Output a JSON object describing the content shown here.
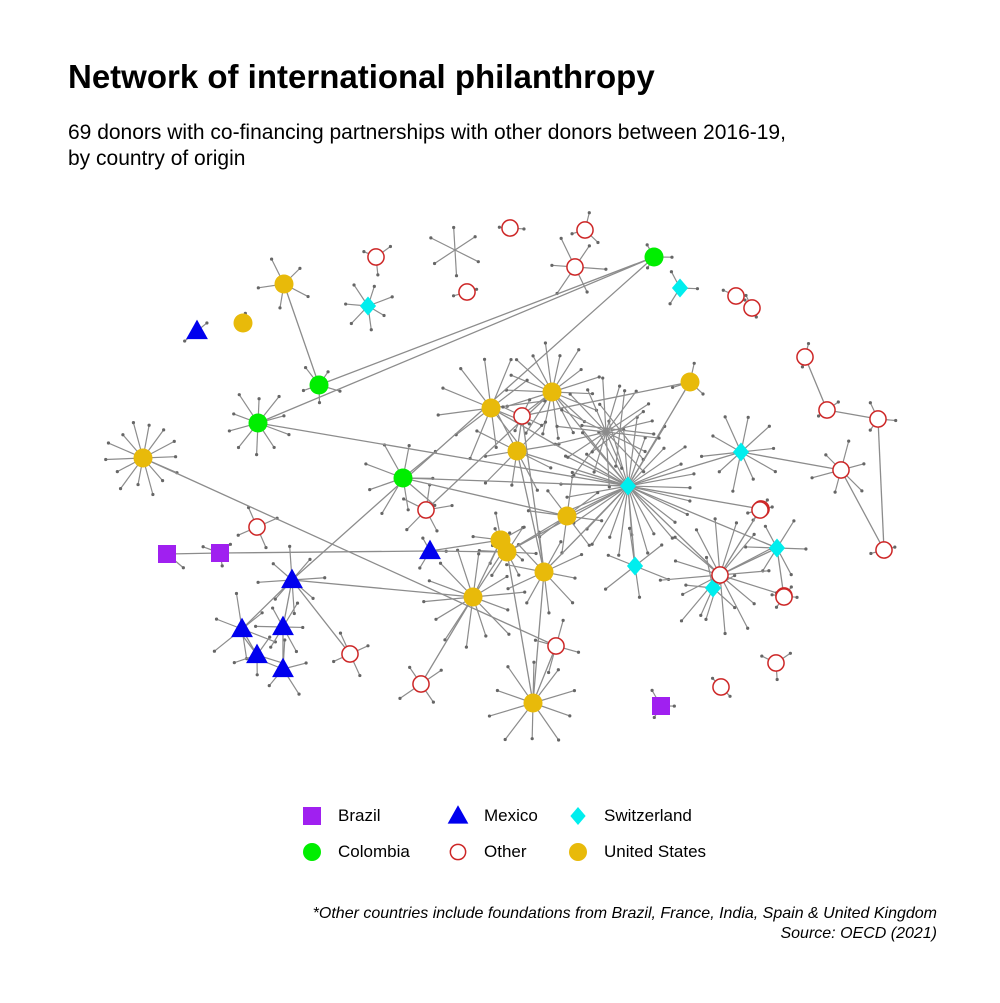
{
  "title": "Network of international philanthropy",
  "subtitle": {
    "line1": "69 donors with co-financing partnerships with other donors between 2016-19,",
    "line2": "by country of origin"
  },
  "colors": {
    "Brazil": "#a020f0",
    "Colombia": "#00ee00",
    "Mexico": "#0000ee",
    "Other": "#cd2626",
    "Switzerland": "#00eeee",
    "United States": "#e8ba0a",
    "edge": "#8c8c8c",
    "leaf": "#666666"
  },
  "legend": [
    {
      "country": "Brazil",
      "label": "Brazil",
      "shape": "square"
    },
    {
      "country": "Mexico",
      "label": "Mexico",
      "shape": "triangle"
    },
    {
      "country": "Switzerland",
      "label": "Switzerland",
      "shape": "diamond"
    },
    {
      "country": "Colombia",
      "label": "Colombia",
      "shape": "circle"
    },
    {
      "country": "Other",
      "label": "Other",
      "shape": "ring"
    },
    {
      "country": "United States",
      "label": "United States",
      "shape": "circle"
    }
  ],
  "donors": [
    {
      "id": "br1",
      "country": "Brazil"
    },
    {
      "id": "br2",
      "country": "Brazil"
    },
    {
      "id": "br3",
      "country": "Brazil"
    },
    {
      "id": "co1",
      "country": "Colombia"
    },
    {
      "id": "co2",
      "country": "Colombia"
    },
    {
      "id": "co3",
      "country": "Colombia"
    },
    {
      "id": "co4",
      "country": "Colombia"
    },
    {
      "id": "mx1",
      "country": "Mexico"
    },
    {
      "id": "mx2",
      "country": "Mexico"
    },
    {
      "id": "mx3",
      "country": "Mexico"
    },
    {
      "id": "mx4",
      "country": "Mexico"
    },
    {
      "id": "mx5",
      "country": "Mexico"
    },
    {
      "id": "mx6",
      "country": "Mexico"
    },
    {
      "id": "mx7",
      "country": "Mexico"
    },
    {
      "id": "ch1",
      "country": "Switzerland"
    },
    {
      "id": "ch2",
      "country": "Switzerland"
    },
    {
      "id": "ch3",
      "country": "Switzerland"
    },
    {
      "id": "ch4",
      "country": "Switzerland"
    },
    {
      "id": "ch5",
      "country": "Switzerland"
    },
    {
      "id": "ch6",
      "country": "Switzerland"
    },
    {
      "id": "ch7",
      "country": "Switzerland"
    },
    {
      "id": "us1",
      "country": "United States"
    },
    {
      "id": "us2",
      "country": "United States"
    },
    {
      "id": "us3",
      "country": "United States"
    },
    {
      "id": "us4",
      "country": "United States"
    },
    {
      "id": "us5",
      "country": "United States"
    },
    {
      "id": "us6",
      "country": "United States"
    },
    {
      "id": "us7",
      "country": "United States"
    },
    {
      "id": "us8",
      "country": "United States"
    },
    {
      "id": "us9",
      "country": "United States"
    },
    {
      "id": "us10",
      "country": "United States"
    },
    {
      "id": "us11",
      "country": "United States"
    },
    {
      "id": "us12",
      "country": "United States"
    },
    {
      "id": "us13",
      "country": "United States"
    },
    {
      "id": "us14",
      "country": "United States"
    },
    {
      "id": "ot1",
      "country": "Other"
    },
    {
      "id": "ot2",
      "country": "Other"
    },
    {
      "id": "ot3",
      "country": "Other"
    },
    {
      "id": "ot4",
      "country": "Other"
    },
    {
      "id": "ot5",
      "country": "Other"
    },
    {
      "id": "ot6",
      "country": "Other"
    },
    {
      "id": "ot7",
      "country": "Other"
    },
    {
      "id": "ot8",
      "country": "Other"
    },
    {
      "id": "ot9",
      "country": "Other"
    },
    {
      "id": "ot10",
      "country": "Other"
    },
    {
      "id": "ot11",
      "country": "Other"
    },
    {
      "id": "ot12",
      "country": "Other"
    },
    {
      "id": "ot13",
      "country": "Other"
    },
    {
      "id": "ot14",
      "country": "Other"
    },
    {
      "id": "ot15",
      "country": "Other"
    },
    {
      "id": "ot16",
      "country": "Other"
    },
    {
      "id": "ot17",
      "country": "Other"
    },
    {
      "id": "ot18",
      "country": "Other"
    },
    {
      "id": "ot19",
      "country": "Other"
    },
    {
      "id": "ot20",
      "country": "Other"
    },
    {
      "id": "ot21",
      "country": "Other"
    },
    {
      "id": "ot22",
      "country": "Other"
    },
    {
      "id": "ot23",
      "country": "Other"
    },
    {
      "id": "ot24",
      "country": "Other"
    },
    {
      "id": "ot25",
      "country": "Other"
    }
  ],
  "partnerships": [
    [
      "br1",
      "br2"
    ],
    [
      "br2",
      "mx2"
    ],
    [
      "mx2",
      "us6"
    ],
    [
      "mx2",
      "us7"
    ],
    [
      "co1",
      "co3"
    ],
    [
      "co2",
      "co3"
    ],
    [
      "co3",
      "mx3"
    ],
    [
      "co2",
      "ch1"
    ],
    [
      "co4",
      "ch1"
    ],
    [
      "co4",
      "us5"
    ],
    [
      "mx3",
      "mx4"
    ],
    [
      "mx3",
      "mx5"
    ],
    [
      "mx3",
      "us9"
    ],
    [
      "mx3",
      "ot16"
    ],
    [
      "mx4",
      "mx6"
    ],
    [
      "mx5",
      "mx7"
    ],
    [
      "us2",
      "ch1"
    ],
    [
      "us3",
      "ch1"
    ],
    [
      "us4",
      "ch1"
    ],
    [
      "us5",
      "ch1"
    ],
    [
      "us1",
      "ch1"
    ],
    [
      "ch1",
      "ch2"
    ],
    [
      "ch1",
      "us6"
    ],
    [
      "ch1",
      "us8"
    ],
    [
      "ch1",
      "ch3"
    ],
    [
      "ch1",
      "ch4"
    ],
    [
      "ch1",
      "ot12"
    ],
    [
      "ch1",
      "ot13"
    ],
    [
      "ch2",
      "ot11"
    ],
    [
      "ch4",
      "ot12"
    ],
    [
      "ch4",
      "ot22"
    ],
    [
      "ot11",
      "ot14"
    ],
    [
      "ot14",
      "ot10"
    ],
    [
      "ot10",
      "ot9"
    ],
    [
      "ot9",
      "ot8"
    ],
    [
      "ot12",
      "ot23"
    ],
    [
      "us8",
      "us10"
    ],
    [
      "us8",
      "ot15"
    ],
    [
      "us10",
      "ot17"
    ],
    [
      "ot17",
      "us11"
    ],
    [
      "us6",
      "us10"
    ],
    [
      "us7",
      "us9"
    ],
    [
      "us5",
      "us6"
    ],
    [
      "ot18",
      "us9"
    ],
    [
      "ot15",
      "us4"
    ],
    [
      "us3",
      "us8"
    ],
    [
      "ch5",
      "ot12"
    ],
    [
      "us1",
      "ot24"
    ],
    [
      "us12",
      "co1"
    ]
  ],
  "caption": {
    "line1": "*Other countries include foundations from Brazil, France, India, Spain & United Kingdom",
    "line2": "Source: OECD (2021)"
  }
}
